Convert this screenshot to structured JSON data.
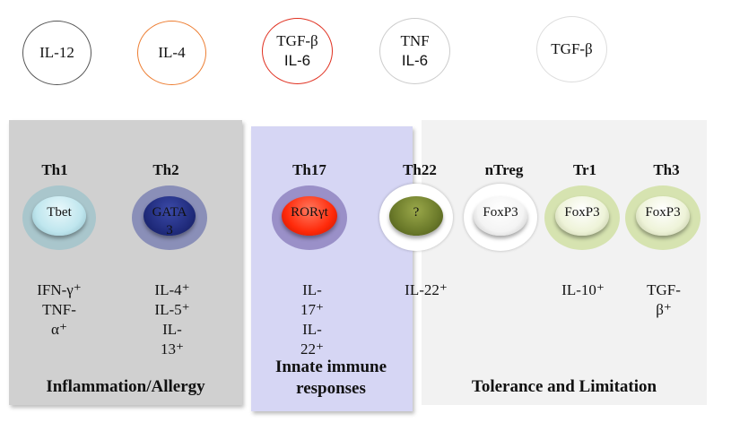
{
  "cytokines": [
    {
      "lines": [
        "IL-12"
      ],
      "border": "#555555"
    },
    {
      "lines": [
        "IL-4"
      ],
      "border": "#ed7d31"
    },
    {
      "lines": [
        "TGF-β",
        "IL-6"
      ],
      "border": "#e03020"
    },
    {
      "lines": [
        "TNF",
        "IL-6"
      ],
      "border": "#cccccc"
    },
    {
      "lines": [
        "TGF-β"
      ],
      "border": "#dddddd"
    }
  ],
  "cells": [
    {
      "name": "Th1",
      "tf": "Tbet",
      "tf_color": "#bfe6ee",
      "halo_color": "#a9c6cc",
      "secretes": [
        "IFN-γ⁺",
        "TNF-",
        "α⁺"
      ]
    },
    {
      "name": "Th2",
      "tf": "GATA 3",
      "tf_color": "#1f2a7a",
      "halo_color": "#8a8fb8",
      "secretes": [
        "IL-4⁺",
        "IL-5⁺",
        "IL-",
        "13⁺"
      ]
    },
    {
      "name": "Th17",
      "tf": "RORγt",
      "tf_color": "#ff2a0a",
      "halo_color": "#9a90c8",
      "secretes": [
        "IL-",
        "17⁺",
        "IL-",
        "22⁺"
      ]
    },
    {
      "name": "Th22",
      "tf": "?",
      "tf_color": "#6b7a2a",
      "halo_color": "#ffffff",
      "secretes": [
        "IL-22⁺"
      ]
    },
    {
      "name": "nTreg",
      "tf": "FoxP3",
      "tf_color": "#f4f4f4",
      "halo_color": "#ffffff",
      "secretes": []
    },
    {
      "name": "Tr1",
      "tf": "FoxP3",
      "tf_color": "#eef3d8",
      "halo_color": "#d6e3b0",
      "secretes": [
        "IL-10⁺"
      ]
    },
    {
      "name": "Th3",
      "tf": "FoxP3",
      "tf_color": "#eef3d8",
      "halo_color": "#d6e3b0",
      "secretes": [
        "TGF-",
        "β⁺"
      ]
    }
  ],
  "groups": [
    {
      "label": "Inflammation/Allergy",
      "color": "#d0d0d0"
    },
    {
      "label": "Innate immune responses",
      "color": "#d6d6f4"
    },
    {
      "label": "Tolerance and Limitation",
      "color": "#f2f2f2"
    }
  ]
}
